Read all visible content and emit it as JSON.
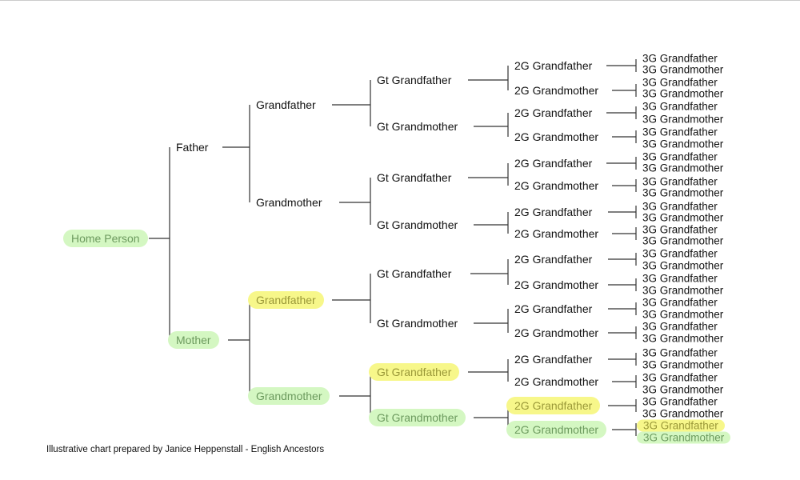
{
  "colors": {
    "green_highlight": "#d4f7c2",
    "yellow_highlight": "#f7f78a",
    "line": "#333333"
  },
  "tree": {
    "gen0": [
      {
        "label": "Home Person",
        "hl": "green"
      }
    ],
    "gen1": [
      {
        "label": "Father",
        "hl": ""
      },
      {
        "label": "Mother",
        "hl": "green"
      }
    ],
    "gen2": [
      {
        "label": "Grandfather",
        "hl": ""
      },
      {
        "label": "Grandmother",
        "hl": ""
      },
      {
        "label": "Grandfather",
        "hl": "yellow"
      },
      {
        "label": "Grandmother",
        "hl": "green"
      }
    ],
    "gen3": [
      {
        "label": "Gt Grandfather",
        "hl": ""
      },
      {
        "label": "Gt Grandmother",
        "hl": ""
      },
      {
        "label": "Gt Grandfather",
        "hl": ""
      },
      {
        "label": "Gt Grandmother",
        "hl": ""
      },
      {
        "label": "Gt Grandfather",
        "hl": ""
      },
      {
        "label": "Gt Grandmother",
        "hl": ""
      },
      {
        "label": "Gt Grandfather",
        "hl": "yellow"
      },
      {
        "label": "Gt Grandmother",
        "hl": "green"
      }
    ],
    "gen4": [
      {
        "label": "2G Grandfather",
        "hl": ""
      },
      {
        "label": "2G Grandmother",
        "hl": ""
      },
      {
        "label": "2G Grandfather",
        "hl": ""
      },
      {
        "label": "2G Grandmother",
        "hl": ""
      },
      {
        "label": "2G Grandfather",
        "hl": ""
      },
      {
        "label": "2G Grandmother",
        "hl": ""
      },
      {
        "label": "2G Grandfather",
        "hl": ""
      },
      {
        "label": "2G Grandmother",
        "hl": ""
      },
      {
        "label": "2G Grandfather",
        "hl": ""
      },
      {
        "label": "2G Grandmother",
        "hl": ""
      },
      {
        "label": "2G Grandfather",
        "hl": ""
      },
      {
        "label": "2G Grandmother",
        "hl": ""
      },
      {
        "label": "2G Grandfather",
        "hl": ""
      },
      {
        "label": "2G Grandmother",
        "hl": ""
      },
      {
        "label": "2G Grandfather",
        "hl": "yellow"
      },
      {
        "label": "2G Grandmother",
        "hl": "green"
      }
    ],
    "gen5": [
      {
        "label": "3G Grandfather",
        "hl": ""
      },
      {
        "label": "3G Grandmother",
        "hl": ""
      },
      {
        "label": "3G Grandfather",
        "hl": ""
      },
      {
        "label": "3G Grandmother",
        "hl": ""
      },
      {
        "label": "3G Grandfather",
        "hl": ""
      },
      {
        "label": "3G Grandmother",
        "hl": ""
      },
      {
        "label": "3G Grandfather",
        "hl": ""
      },
      {
        "label": "3G Grandmother",
        "hl": ""
      },
      {
        "label": "3G Grandfather",
        "hl": ""
      },
      {
        "label": "3G Grandmother",
        "hl": ""
      },
      {
        "label": "3G Grandfather",
        "hl": ""
      },
      {
        "label": "3G Grandmother",
        "hl": ""
      },
      {
        "label": "3G Grandfather",
        "hl": ""
      },
      {
        "label": "3G Grandmother",
        "hl": ""
      },
      {
        "label": "3G Grandfather",
        "hl": ""
      },
      {
        "label": "3G Grandmother",
        "hl": ""
      },
      {
        "label": "3G Grandfather",
        "hl": ""
      },
      {
        "label": "3G Grandmother",
        "hl": ""
      },
      {
        "label": "3G Grandfather",
        "hl": ""
      },
      {
        "label": "3G Grandmother",
        "hl": ""
      },
      {
        "label": "3G Grandfather",
        "hl": ""
      },
      {
        "label": "3G Grandmother",
        "hl": ""
      },
      {
        "label": "3G Grandfather",
        "hl": ""
      },
      {
        "label": "3G Grandmother",
        "hl": ""
      },
      {
        "label": "3G Grandfather",
        "hl": ""
      },
      {
        "label": "3G Grandmother",
        "hl": ""
      },
      {
        "label": "3G Grandfather",
        "hl": ""
      },
      {
        "label": "3G Grandmother",
        "hl": ""
      },
      {
        "label": "3G Grandfather",
        "hl": ""
      },
      {
        "label": "3G Grandmother",
        "hl": ""
      },
      {
        "label": "3G Grandfather",
        "hl": "yellow"
      },
      {
        "label": "3G Grandmother",
        "hl": "green"
      }
    ]
  },
  "footer": "Illustrative chart prepared by Janice Heppenstall - English Ancestors"
}
